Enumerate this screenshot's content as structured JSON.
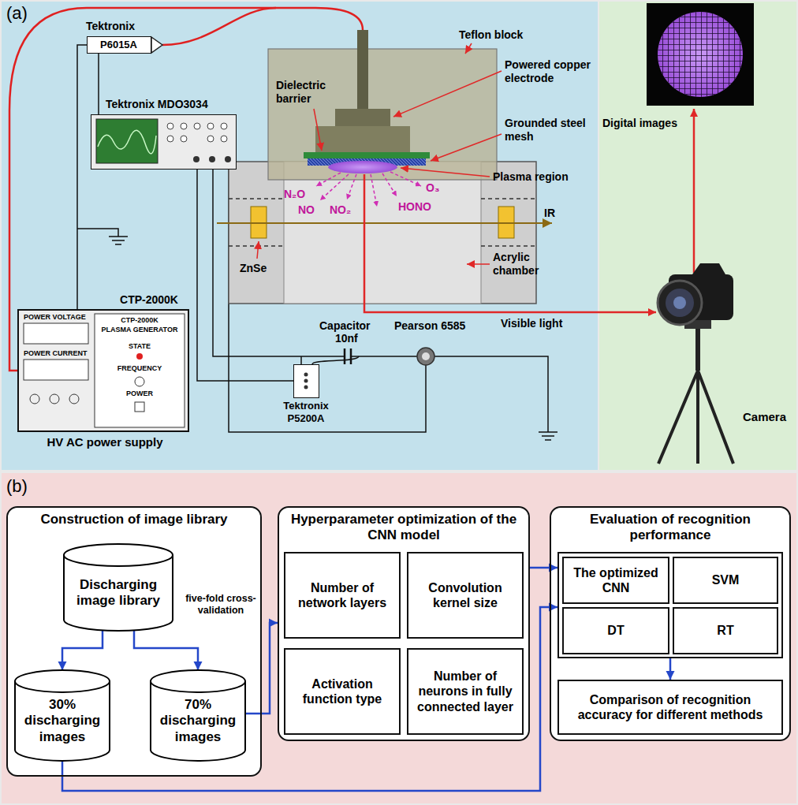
{
  "diagram": {
    "nodes": [
      {
        "text": [
          "Tektronix",
          "P6015A"
        ]
      },
      {
        "text": [
          "Tektronix MDO3034"
        ]
      },
      {
        "text": [
          "CTP-2000K",
          "POWER VOLTAGE",
          "POWER CURRENT",
          "CTP-2000K",
          "PLASMA GENERATOR",
          "STATE",
          "FREQUENCY",
          "POWER",
          "HV AC power supply"
        ]
      },
      {
        "text": [
          "Tektronix P5200A"
        ]
      },
      {
        "text": [
          "Construction of image library"
        ]
      },
      {
        "text": [
          "Discharging image library"
        ],
        "in": 4
      },
      {
        "text": [
          "30% discharging images"
        ],
        "in": 4
      },
      {
        "text": [
          "70% discharging images"
        ],
        "in": 4
      },
      {
        "text": [
          "Hyperparameter optimization of the CNN model"
        ]
      },
      {
        "text": [
          "Number of network layers"
        ],
        "in": 8
      },
      {
        "text": [
          "Convolution kernel size"
        ],
        "in": 8
      },
      {
        "text": [
          "Activation function type"
        ],
        "in": 8
      },
      {
        "text": [
          "Number of neurons in fully connected layer"
        ],
        "in": 8
      },
      {
        "text": [
          "Evaluation of recognition performance"
        ]
      },
      {
        "text": [],
        "in": 13
      },
      {
        "text": [
          "The optimized CNN"
        ],
        "in": 14
      },
      {
        "text": [
          "SVM"
        ],
        "in": 14
      },
      {
        "text": [
          "DT"
        ],
        "in": 14
      },
      {
        "text": [
          "RT"
        ],
        "in": 14
      },
      {
        "text": [
          "Comparison of recognition accuracy for different methods"
        ],
        "in": 13
      }
    ],
    "edges": [
      {
        "from": 0,
        "to": 1,
        "arrow": "none"
      },
      {
        "from": 3,
        "to": 1,
        "arrow": "none"
      },
      {
        "from": 5,
        "to": 6,
        "arrow": "to"
      },
      {
        "from": 5,
        "to": 7,
        "arrow": "to"
      },
      {
        "from": 7,
        "to": 8,
        "arrow": "to"
      },
      {
        "from": 8,
        "to": 14,
        "arrow": "to"
      },
      {
        "from": 6,
        "to": 14,
        "arrow": "to"
      },
      {
        "from": 14,
        "to": 19,
        "arrow": "to"
      }
    ],
    "labels": [
      "(a)",
      "Teflon block",
      "Powered copper electrode",
      "Dielectric barrier",
      "Grounded steel mesh",
      "Plasma region",
      "N₂O",
      "NO",
      "NO₂",
      "O₃",
      "HONO",
      "IR",
      "ZnSe",
      "Acrylic chamber",
      "Capacitor",
      "10nf",
      "Pearson 6585",
      "Visible light",
      "Digital images",
      "Camera",
      "(b)",
      "five-fold cross-validation"
    ]
  }
}
